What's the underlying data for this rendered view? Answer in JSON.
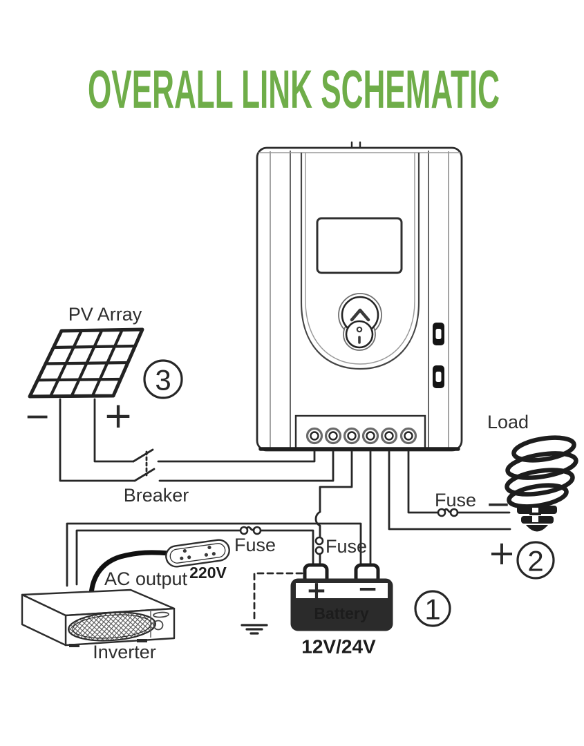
{
  "title": {
    "text": "OVERALL LINK SCHEMATIC"
  },
  "colors": {
    "title_green": "#6FAD49",
    "line": "#262626"
  },
  "symbols": {
    "plus": "+",
    "minus": "−"
  },
  "labels": {
    "pv_array": "PV Array",
    "breaker": "Breaker",
    "fuse_inverter": "Fuse",
    "fuse_battery": "Fuse",
    "fuse_load": "Fuse",
    "ac_output": "AC output",
    "ac_voltage": "220V",
    "inverter": "Inverter",
    "load": "Load",
    "battery": "Battery",
    "battery_voltage": "12V/24V"
  },
  "callouts": {
    "battery_number": "1",
    "load_number": "2",
    "pv_number": "3"
  }
}
